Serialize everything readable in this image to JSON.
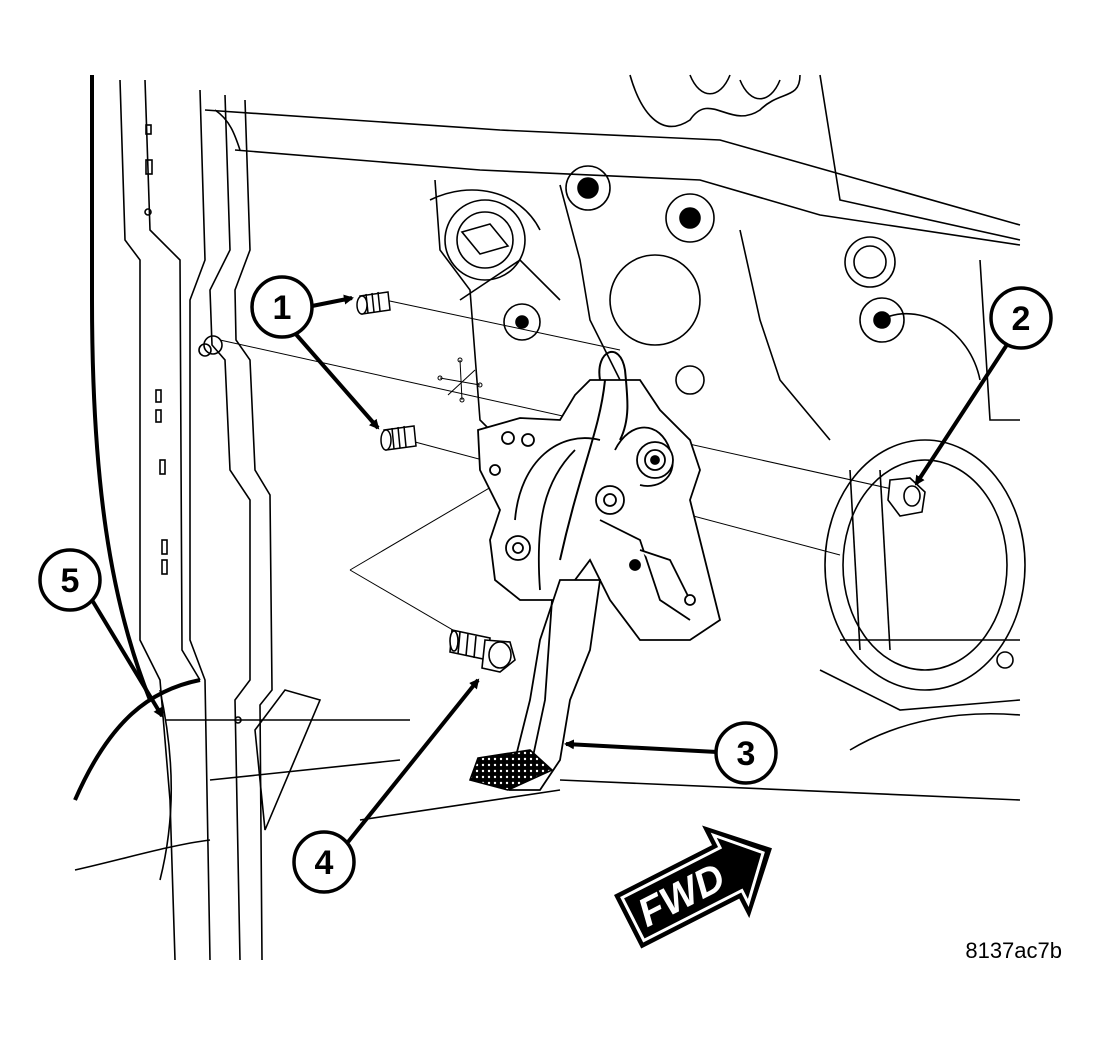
{
  "callouts": [
    {
      "id": "1",
      "text": "1"
    },
    {
      "id": "2",
      "text": "2"
    },
    {
      "id": "3",
      "text": "3"
    },
    {
      "id": "4",
      "text": "4"
    },
    {
      "id": "5",
      "text": "5"
    }
  ],
  "direction_badge": "FWD",
  "figure_code": "8137ac7b"
}
